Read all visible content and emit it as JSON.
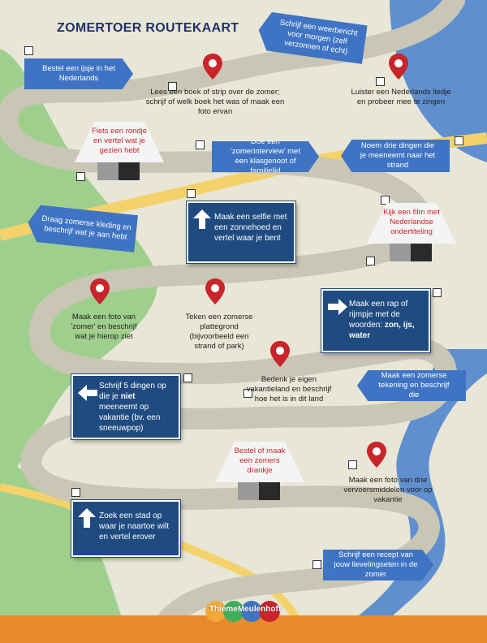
{
  "title": "ZOMERTOER ROUTEKAART",
  "colors": {
    "background": "#e8e6d6",
    "green": "#9fcf8c",
    "water": "#5f8fcf",
    "yellow_road": "#f4d26b",
    "sign_blue": "#1f4b80",
    "arrow_sign": "#3f74c4",
    "house_text": "#c8252b",
    "pin": "#c8252b",
    "footer": "#e98a2c"
  },
  "tasks": {
    "ijsje": "Bestel een ijsje in het Nederlands",
    "weerbericht": "Schrijf een weerbericht voor morgen (zelf verzonnen of echt)",
    "boek": "Lees een boek of strip over de zomer; schrijf of welk boek het was of maak een foto ervan",
    "liedje": "Luister een Nederlands liedje en probeer mee te zingen",
    "fiets": "Fiets een rondje en vertel wat je gezien hebt",
    "interview": "Doe een 'zomerinterview' met een klasgenoot of familielid",
    "strand": "Noem drie dingen die je meeneemt naar het strand",
    "kleding": "Draag zomerse kleding en beschrijf wat je aan hebt",
    "selfie": "Maak een selfie met een zonnehoed en vertel waar je bent",
    "film": "Kijk een film met Nederlandse ondertiteling",
    "foto_zomer": "Maak een foto van 'zomer' en beschrijf wat je hierop ziet",
    "plattegrond": "Teken een zomerse plattegrond (bijvoorbeeld een strand of park)",
    "rap_prefix": "Maak een rap of rijmpje met de woorden:",
    "rap_words": "zon, ijs, water",
    "vakantieland": "Bedenk je eigen vakantieland en beschrijf hoe het is in dit land",
    "tekening": "Maak een zomerse tekening en beschrijf die",
    "niet_1": "Schrijf 5 dingen op die je ",
    "niet_bold": "niet",
    "niet_2": " meeneemt op vakantie (bv. een sneeuwpop)",
    "drankje": "Bestel of maak een zomers drankje",
    "vervoer": "Maak een foto van drie vervoersmiddelen voor op vakantie",
    "stad": "Zoek een stad op waar je naartoe wilt en vertel erover",
    "recept": "Schrijf een recept van jouw lievelingseten in de zomer"
  },
  "icons": [
    "map-pin-icon",
    "arrow-up-icon",
    "arrow-right-icon",
    "arrow-left-icon",
    "checkbox-icon"
  ],
  "logo": "ThiemeMeulenhoff"
}
